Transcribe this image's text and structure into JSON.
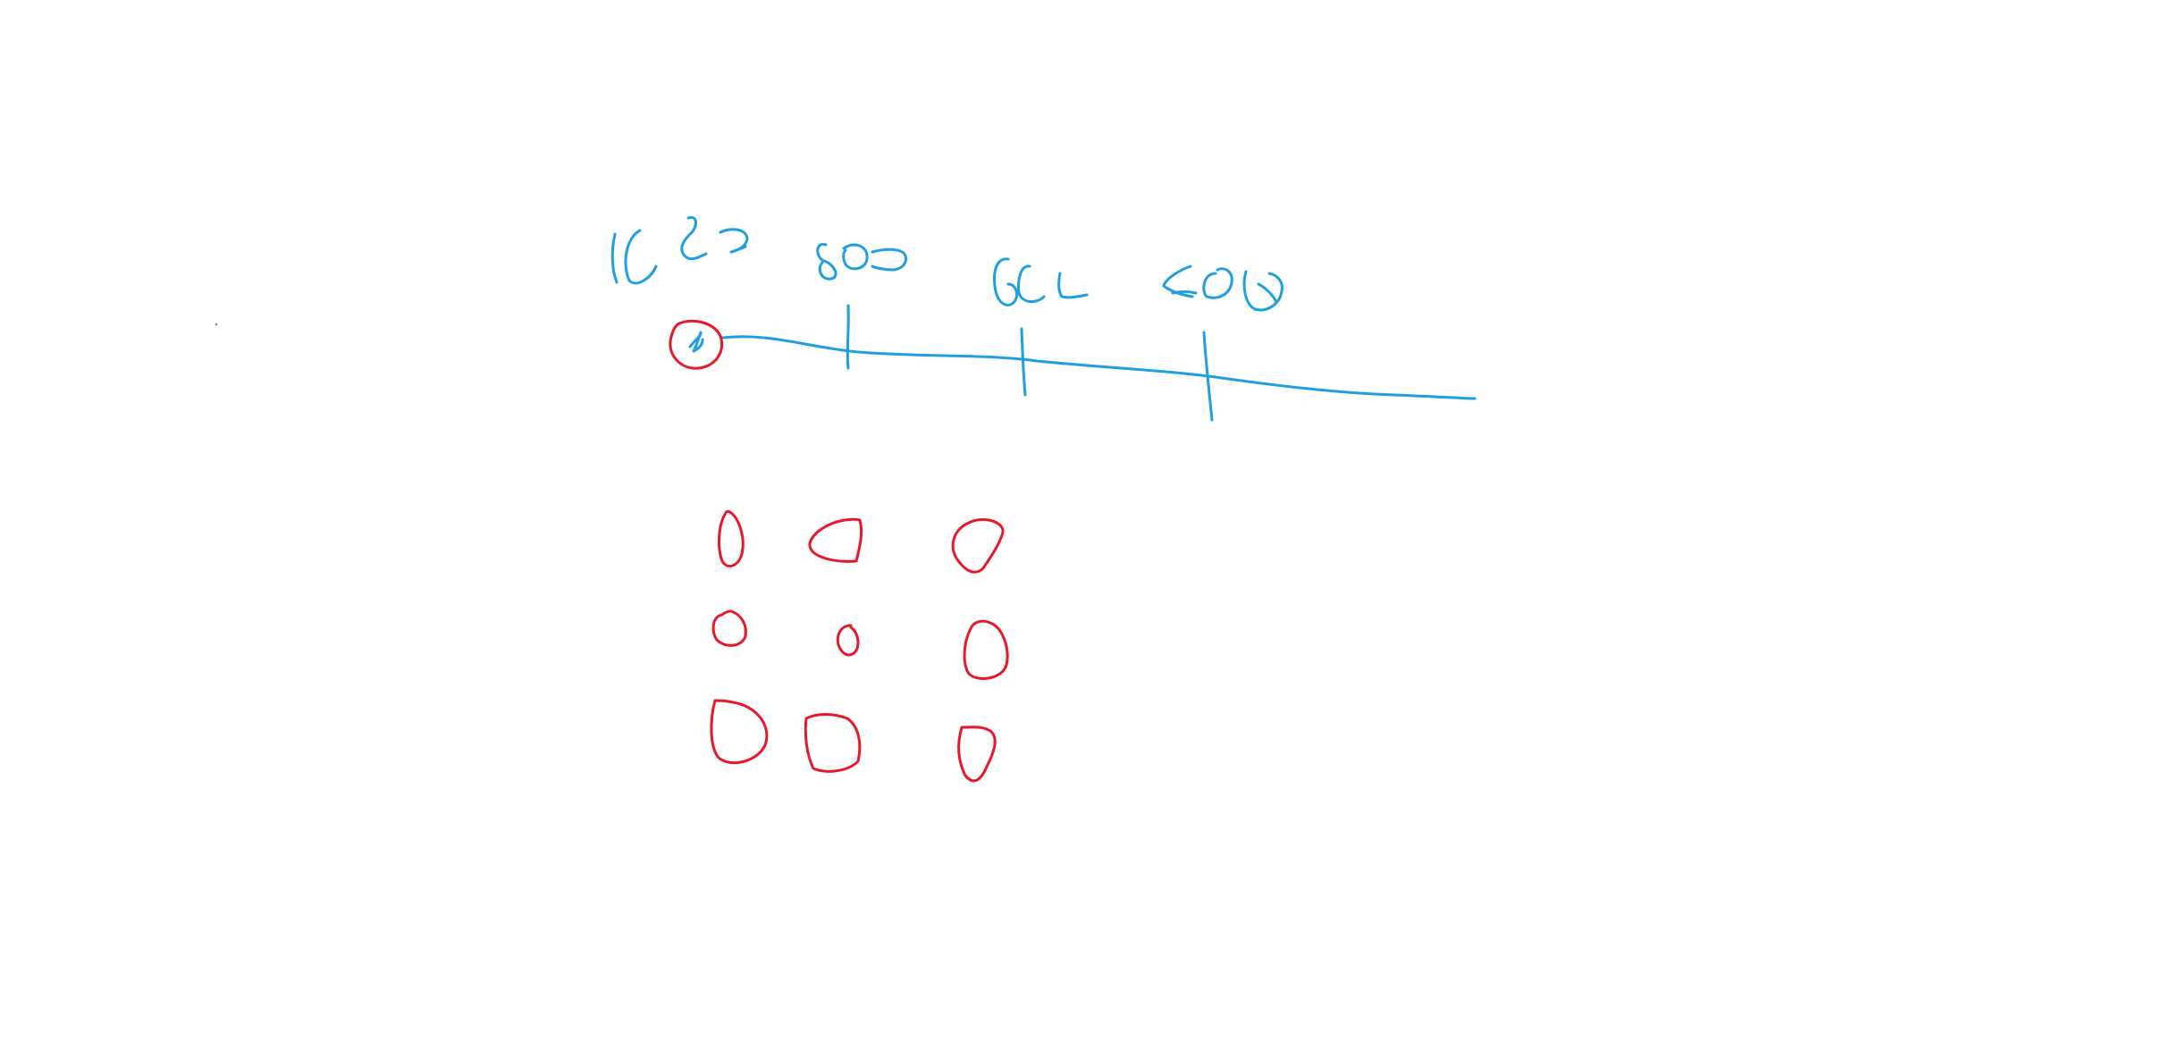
{
  "canvas": {
    "background": "#ffffff"
  },
  "timeline": {
    "color": "#1f9fe0",
    "labels": [
      {
        "id": "label-1"
      },
      {
        "id": "label-2"
      },
      {
        "id": "label-3"
      },
      {
        "id": "label-4"
      }
    ],
    "tick_count": 3
  },
  "markers": {
    "color": "#e8182a",
    "start_marker": true,
    "grid_rows": 3,
    "grid_cols": 3
  }
}
